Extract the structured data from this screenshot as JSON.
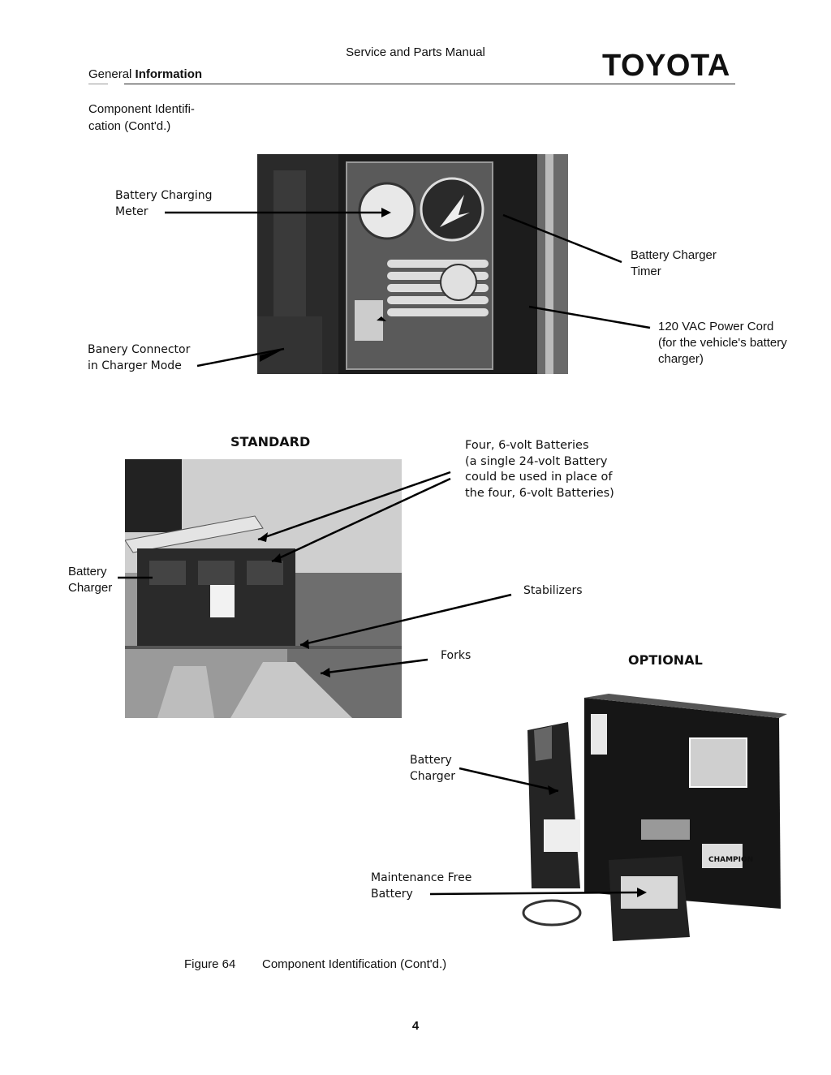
{
  "header": {
    "manual_title": "Service and Parts Manual",
    "section_prefix": "General",
    "section_bold": "Information",
    "brand": "TOYOTA"
  },
  "section_title_line1": "Component Identifi-",
  "section_title_line2": "cation (Cont'd.)",
  "figure_top": {
    "labels": {
      "meter_1": "Battery Charging",
      "meter_2": "Meter",
      "timer_1": "Battery Charger",
      "timer_2": "Timer",
      "cord_1": "120 VAC Power Cord",
      "cord_2": "(for the vehicle's battery",
      "cord_3": "charger)",
      "connector_1": "Banery Connector",
      "connector_2": "in Charger Mode"
    }
  },
  "figure_standard": {
    "title": "STANDARD",
    "labels": {
      "batteries_1": "Four, 6-volt Batteries",
      "batteries_2": "(a single 24-volt Battery",
      "batteries_3": "could be used in place of",
      "batteries_4": "the four, 6-volt Batteries)",
      "charger_1": "Battery",
      "charger_2": "Charger",
      "stabilizers": "Stabilizers",
      "forks": "Forks"
    }
  },
  "figure_optional": {
    "title": "OPTIONAL",
    "labels": {
      "charger_1": "Battery",
      "charger_2": "Charger",
      "mfb_1": "Maintenance Free",
      "mfb_2": "Battery"
    },
    "battery_brand": "CHAMPION"
  },
  "caption": {
    "number": "Figure 64",
    "text": "Component Identification (Cont'd.)"
  },
  "page_number": "4"
}
